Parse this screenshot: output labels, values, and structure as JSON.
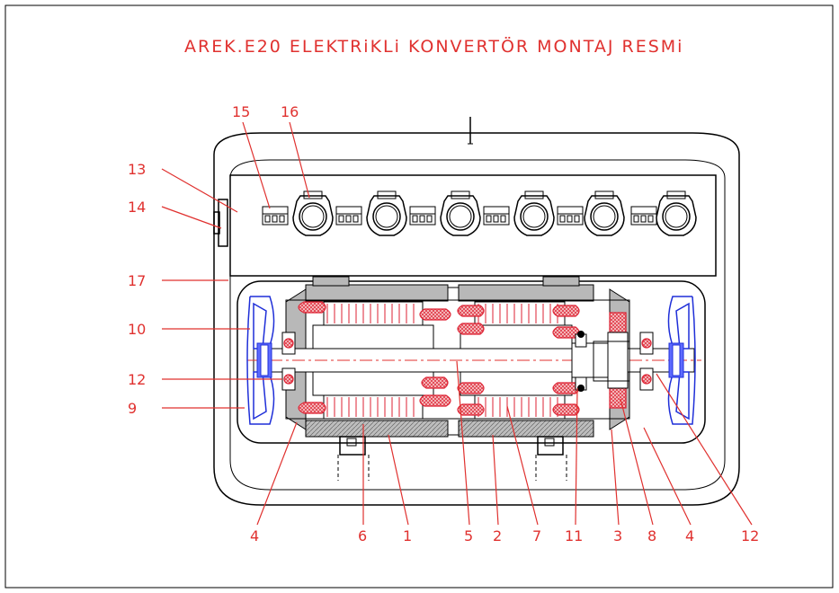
{
  "title": "AREK.E20 ELEKTRiKLi KONVERTÖR MONTAJ RESMi",
  "part_labels": {
    "n1": "1",
    "n2": "2",
    "n3": "3",
    "n4a": "4",
    "n4b": "4",
    "n5": "5",
    "n6": "6",
    "n7": "7",
    "n8": "8",
    "n9": "9",
    "n10": "10",
    "n11": "11",
    "n12a": "12",
    "n12b": "12",
    "n13": "13",
    "n14": "14",
    "n15": "15",
    "n16": "16",
    "n17": "17"
  },
  "colors": {
    "labels": "#e0312f",
    "fans": "#1f2fd8",
    "outline": "#000000"
  }
}
